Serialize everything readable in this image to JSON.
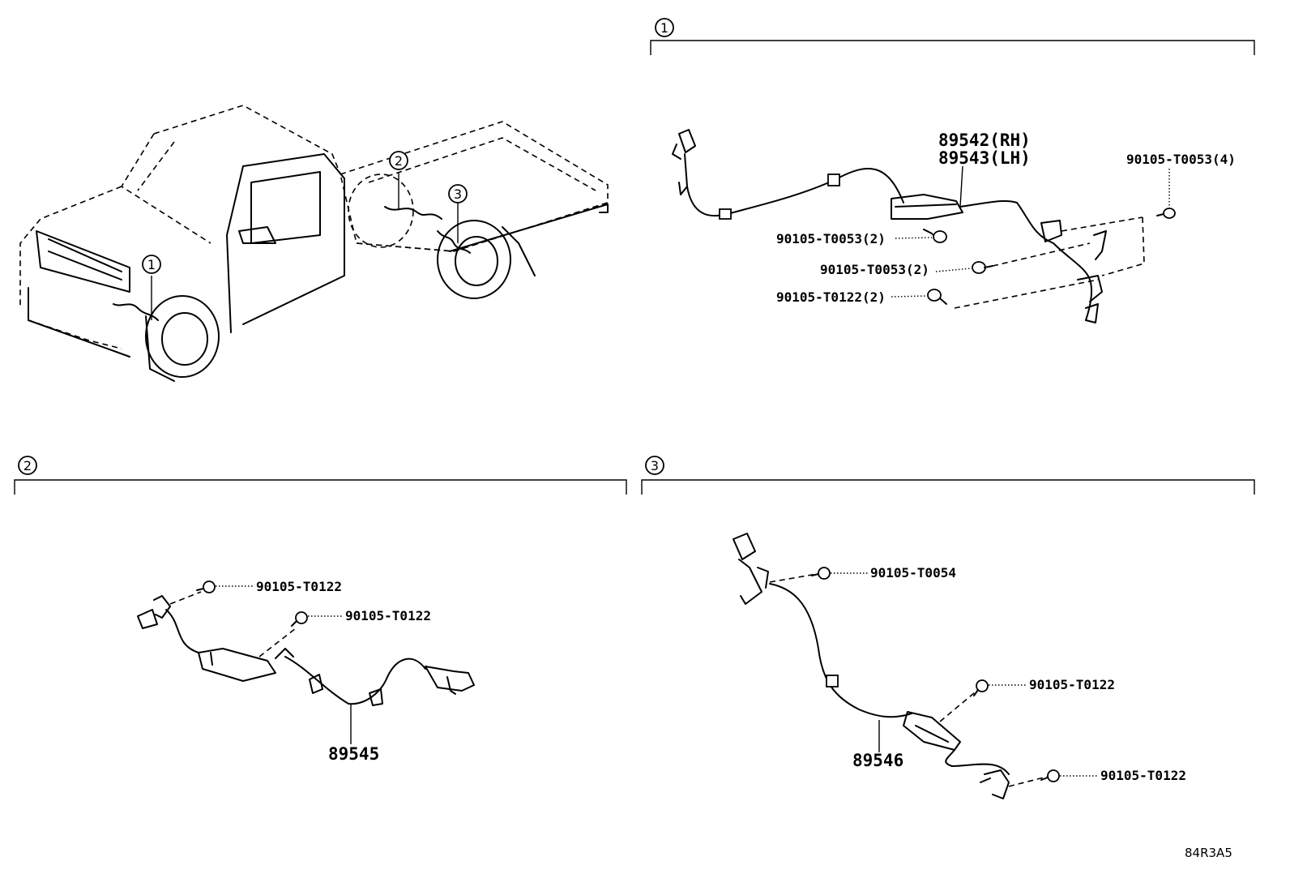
{
  "markers": [
    "1",
    "2",
    "3"
  ],
  "sections": {
    "s1": {
      "marker": "1",
      "sensor_rh": "89542(RH)",
      "sensor_lh": "89543(LH)",
      "bolt_a": "90105-T0053(4)",
      "bolt_b": "90105-T0053(2)",
      "bolt_c": "90105-T0053(2)",
      "bolt_d": "90105-T0122(2)"
    },
    "s2": {
      "marker": "2",
      "sensor": "89545",
      "bolt_a": "90105-T0122",
      "bolt_b": "90105-T0122"
    },
    "s3": {
      "marker": "3",
      "sensor": "89546",
      "bolt_a": "90105-T0054",
      "bolt_b": "90105-T0122",
      "bolt_c": "90105-T0122"
    }
  },
  "diagram_code": "84R3A5"
}
